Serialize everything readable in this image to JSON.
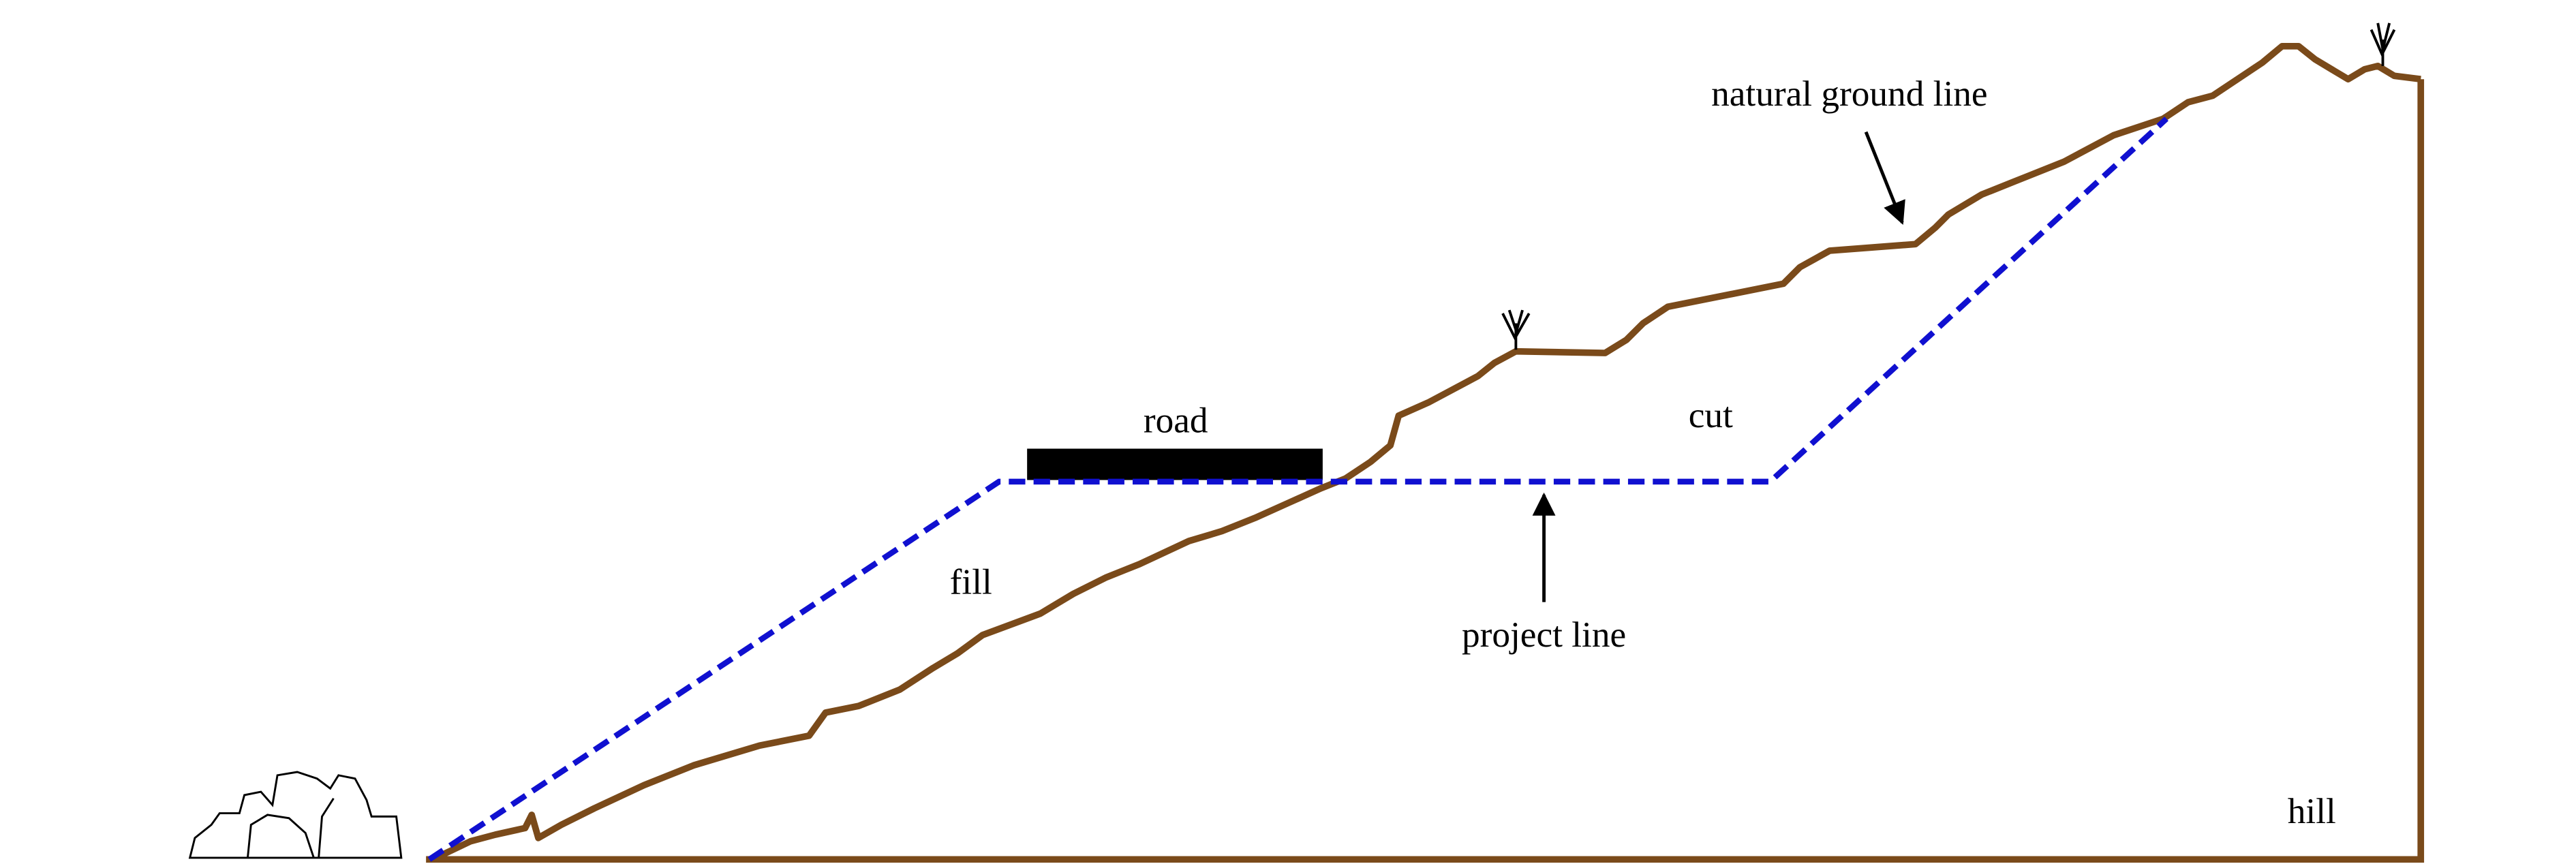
{
  "labels": {
    "road": "road",
    "cut": "cut",
    "fill": "fill",
    "project_line": "project line",
    "natural_ground_line": "natural ground line",
    "hill": "hill"
  },
  "colors": {
    "ground": "#7a4a1a",
    "project_line": "#1010d0",
    "road": "#000000"
  }
}
